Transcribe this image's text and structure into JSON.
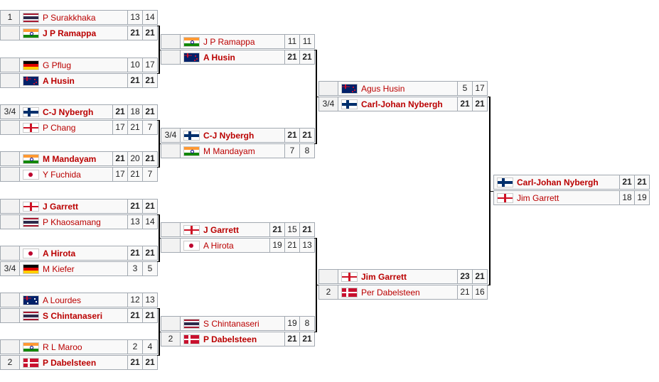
{
  "round1": [
    {
      "p1": {
        "seed": "1",
        "flag": "thailand-flag",
        "name": "P Surakkhaka",
        "scores": [
          "13",
          "14"
        ],
        "win": false
      },
      "p2": {
        "seed": "",
        "flag": "india-flag",
        "name": "J P Ramappa",
        "scores": [
          "21",
          "21"
        ],
        "win": true
      }
    },
    {
      "p1": {
        "seed": "",
        "flag": "germany-flag",
        "name": "G Pflug",
        "scores": [
          "10",
          "17"
        ],
        "win": false
      },
      "p2": {
        "seed": "",
        "flag": "new-zealand-flag",
        "name": "A Husin",
        "scores": [
          "21",
          "21"
        ],
        "win": true
      }
    },
    {
      "p1": {
        "seed": "3/4",
        "flag": "finland-flag",
        "name": "C-J Nybergh",
        "scores": [
          "21",
          "18",
          "21"
        ],
        "win": true
      },
      "p2": {
        "seed": "",
        "flag": "england-flag",
        "name": "P Chang",
        "scores": [
          "17",
          "21",
          "7"
        ],
        "win": false
      }
    },
    {
      "p1": {
        "seed": "",
        "flag": "india-flag",
        "name": "M Mandayam",
        "scores": [
          "21",
          "20",
          "21"
        ],
        "win": true
      },
      "p2": {
        "seed": "",
        "flag": "japan-flag",
        "name": "Y Fuchida",
        "scores": [
          "17",
          "21",
          "7"
        ],
        "win": false
      }
    },
    {
      "p1": {
        "seed": "",
        "flag": "england-flag",
        "name": "J Garrett",
        "scores": [
          "21",
          "21"
        ],
        "win": true
      },
      "p2": {
        "seed": "",
        "flag": "thailand-flag",
        "name": "P Khaosamang",
        "scores": [
          "13",
          "14"
        ],
        "win": false
      }
    },
    {
      "p1": {
        "seed": "",
        "flag": "japan-flag",
        "name": "A Hirota",
        "scores": [
          "21",
          "21"
        ],
        "win": true
      },
      "p2": {
        "seed": "3/4",
        "flag": "germany-flag",
        "name": "M Kiefer",
        "scores": [
          "3",
          "5"
        ],
        "win": false
      }
    },
    {
      "p1": {
        "seed": "",
        "flag": "australia-flag",
        "name": "A Lourdes",
        "scores": [
          "12",
          "13"
        ],
        "win": false
      },
      "p2": {
        "seed": "",
        "flag": "thailand-flag",
        "name": "S Chintanaseri",
        "scores": [
          "21",
          "21"
        ],
        "win": true
      }
    },
    {
      "p1": {
        "seed": "",
        "flag": "india-flag",
        "name": "R L Maroo",
        "scores": [
          "2",
          "4"
        ],
        "win": false
      },
      "p2": {
        "seed": "2",
        "flag": "denmark-flag",
        "name": "P Dabelsteen",
        "scores": [
          "21",
          "21"
        ],
        "win": true
      }
    }
  ],
  "quarterfinals": [
    {
      "p1": {
        "seed": "",
        "flag": "india-flag",
        "name": "J P Ramappa",
        "scores": [
          "11",
          "11"
        ],
        "win": false
      },
      "p2": {
        "seed": "",
        "flag": "new-zealand-flag",
        "name": "A Husin",
        "scores": [
          "21",
          "21"
        ],
        "win": true
      }
    },
    {
      "p1": {
        "seed": "3/4",
        "flag": "finland-flag",
        "name": "C-J Nybergh",
        "scores": [
          "21",
          "21"
        ],
        "win": true
      },
      "p2": {
        "seed": "",
        "flag": "india-flag",
        "name": "M Mandayam",
        "scores": [
          "7",
          "8"
        ],
        "win": false
      }
    },
    {
      "p1": {
        "seed": "",
        "flag": "england-flag",
        "name": "J Garrett",
        "scores": [
          "21",
          "15",
          "21"
        ],
        "win": true
      },
      "p2": {
        "seed": "",
        "flag": "japan-flag",
        "name": "A Hirota",
        "scores": [
          "19",
          "21",
          "13"
        ],
        "win": false
      }
    },
    {
      "p1": {
        "seed": "",
        "flag": "thailand-flag",
        "name": "S Chintanaseri",
        "scores": [
          "19",
          "8"
        ],
        "win": false
      },
      "p2": {
        "seed": "2",
        "flag": "denmark-flag",
        "name": "P Dabelsteen",
        "scores": [
          "21",
          "21"
        ],
        "win": true
      }
    }
  ],
  "semifinals": [
    {
      "p1": {
        "seed": "",
        "flag": "new-zealand-flag",
        "name": "Agus Husin",
        "scores": [
          "5",
          "17"
        ],
        "win": false
      },
      "p2": {
        "seed": "3/4",
        "flag": "finland-flag",
        "name": "Carl-Johan Nybergh",
        "scores": [
          "21",
          "21"
        ],
        "win": true
      }
    },
    {
      "p1": {
        "seed": "",
        "flag": "england-flag",
        "name": "Jim Garrett",
        "scores": [
          "23",
          "21"
        ],
        "win": true
      },
      "p2": {
        "seed": "2",
        "flag": "denmark-flag",
        "name": "Per Dabelsteen",
        "scores": [
          "21",
          "16"
        ],
        "win": false
      }
    }
  ],
  "final": [
    {
      "p1": {
        "flag": "finland-flag",
        "name": "Carl-Johan Nybergh",
        "scores": [
          "21",
          "21"
        ],
        "win": true
      },
      "p2": {
        "flag": "england-flag",
        "name": "Jim Garrett",
        "scores": [
          "18",
          "19"
        ],
        "win": false
      }
    }
  ]
}
